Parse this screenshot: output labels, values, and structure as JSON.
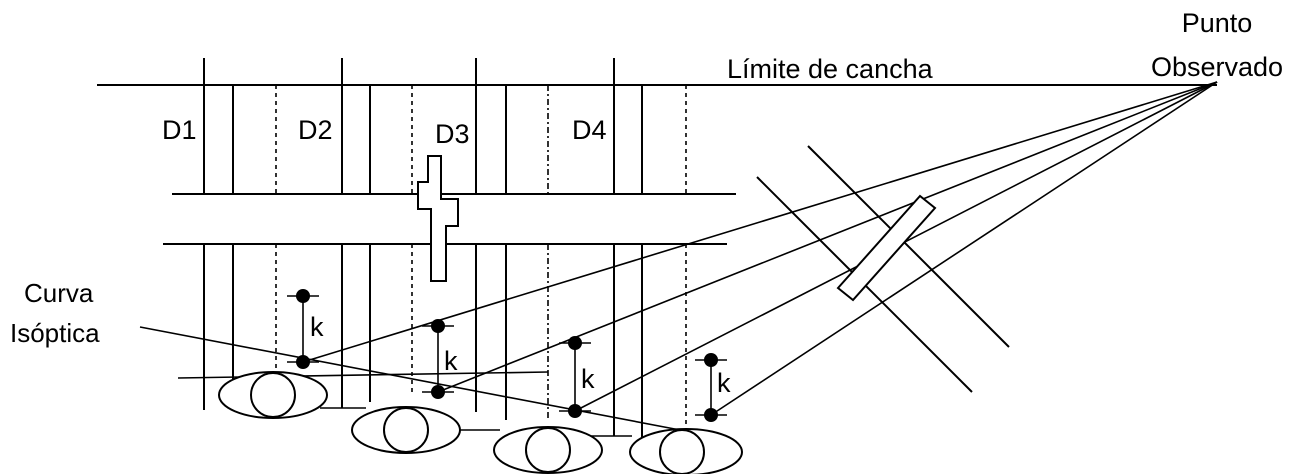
{
  "labels": {
    "field_limit": "Límite de cancha",
    "observed_point_line1": "Punto",
    "observed_point_line2": "Observado",
    "isoptic_line1": "Curva",
    "isoptic_line2": "Isóptica",
    "rows": [
      "D1",
      "D2",
      "D3",
      "D4"
    ],
    "k": "k"
  },
  "colors": {
    "stroke": "#000000",
    "background": "#ffffff"
  }
}
